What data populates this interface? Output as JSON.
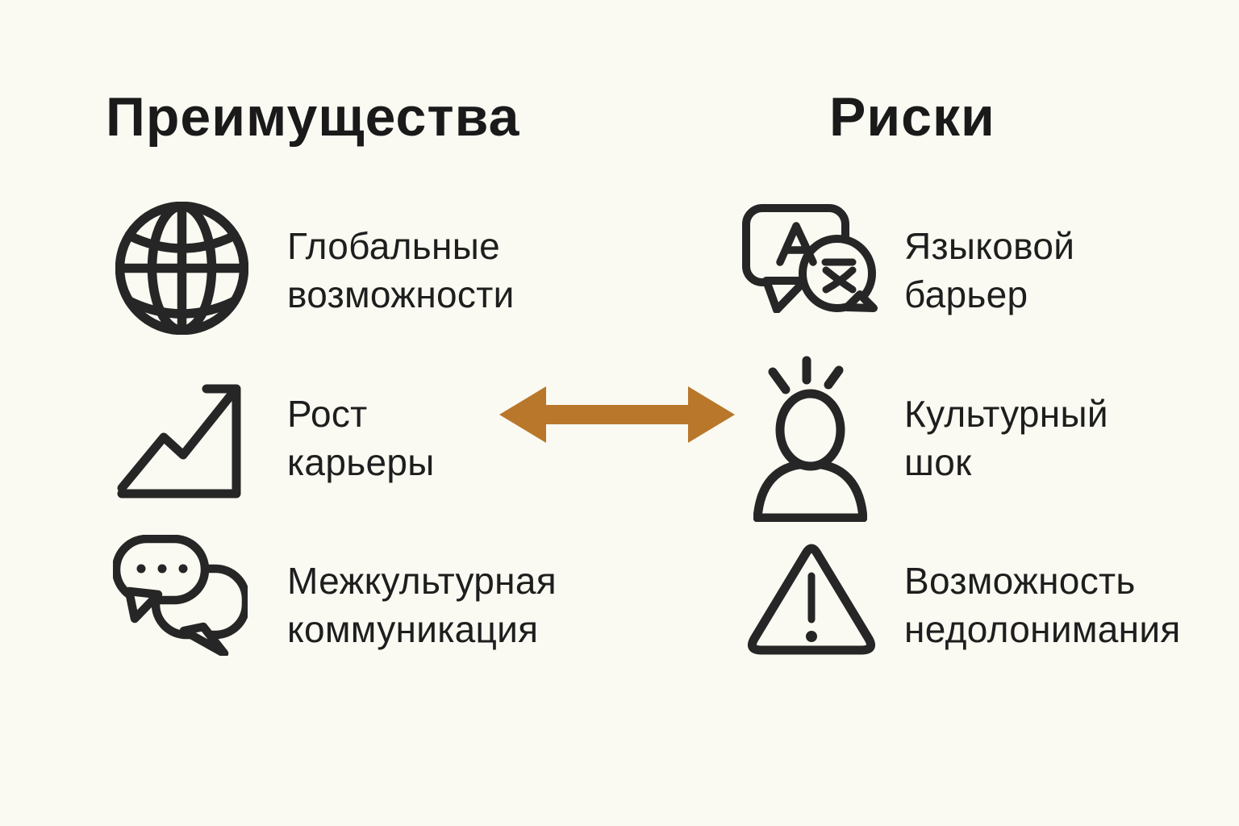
{
  "theme": {
    "background": "#FAFAF3",
    "text_color": "#1E1E1E",
    "icon_stroke_color": "#262626",
    "arrow_color": "#B9772B"
  },
  "columns": {
    "advantages": {
      "title": "Преимущества",
      "items": [
        {
          "icon": "globe-icon",
          "label": "Глобальные\nвозможности"
        },
        {
          "icon": "career-growth-chart-icon",
          "label": "Рост\nкарьеры"
        },
        {
          "icon": "chat-bubbles-icon",
          "label": "Межкультурная\nкоммуникация"
        }
      ]
    },
    "risks": {
      "title": "Риски",
      "items": [
        {
          "icon": "language-translation-icon",
          "label": "Языковой\nбарьер"
        },
        {
          "icon": "culture-shock-person-icon",
          "label": "Культурный\nшок"
        },
        {
          "icon": "warning-triangle-icon",
          "label": "Возможность\nнедолонимания"
        }
      ]
    }
  },
  "connector": {
    "type": "double-headed-arrow",
    "color": "#B9772B"
  }
}
